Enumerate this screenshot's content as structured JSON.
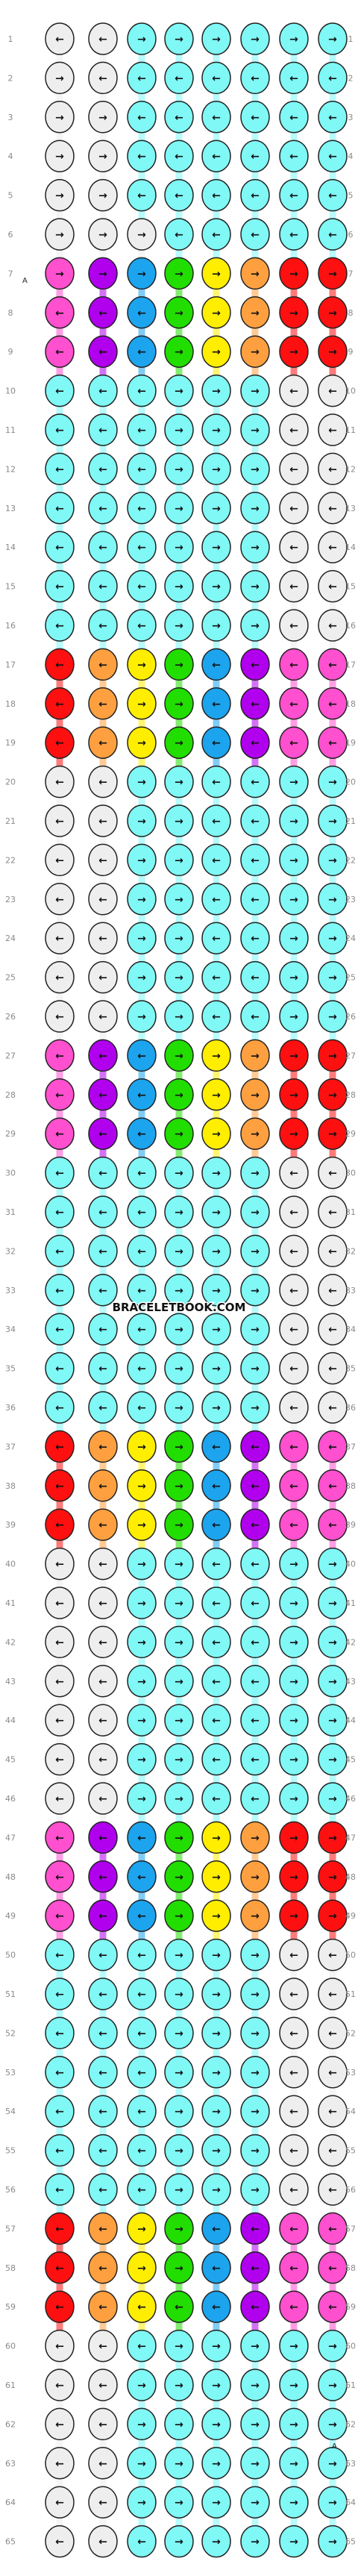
{
  "watermark": "BRACELETBOOK.COM",
  "row_count": 65,
  "row_numbers": [
    "1",
    "2",
    "3",
    "4",
    "5",
    "6",
    "7",
    "8",
    "9",
    "10",
    "11",
    "12",
    "13",
    "14",
    "15",
    "16",
    "17",
    "18",
    "19",
    "20",
    "21",
    "22",
    "23",
    "24",
    "25",
    "26",
    "27",
    "28",
    "29",
    "30",
    "31",
    "32",
    "33",
    "34",
    "35",
    "36",
    "37",
    "38",
    "39",
    "40",
    "41",
    "42",
    "43",
    "44",
    "45",
    "46",
    "47",
    "48",
    "49",
    "50",
    "51",
    "52",
    "53",
    "54",
    "55",
    "56",
    "57",
    "58",
    "59",
    "60",
    "61",
    "62",
    "63",
    "64",
    "65"
  ],
  "strand_labels": {
    "left_start": "A",
    "right_end": "A"
  },
  "colors": {
    "W": "#eeeeee",
    "C": "#7ff8f6",
    "R": "#ff1010",
    "O": "#ffa040",
    "Y": "#ffee00",
    "G": "#22dd00",
    "B": "#1ca4ee",
    "P": "#b000ee",
    "K": "#ff50cf"
  },
  "knot_rows": [
    {
      "row": 1,
      "colors": "WWCCCCCC",
      "arrows": "LLRRRRRR"
    },
    {
      "row": 2,
      "colors": "WWCCCCCC",
      "arrows": "RLLLLLLL"
    },
    {
      "row": 3,
      "colors": "WWCCCCCC",
      "arrows": "RRLLLLLL"
    },
    {
      "row": 4,
      "colors": "WWCCCCCC",
      "arrows": "RRLLLLLL"
    },
    {
      "row": 5,
      "colors": "WWCCCCCC",
      "arrows": "RRLLLLLL"
    },
    {
      "row": 6,
      "colors": "WWWCCCCC",
      "arrows": "RRRLLLLL"
    },
    {
      "row": 7,
      "colors": "KPBGYORR",
      "arrows": "RRRRRRRR"
    },
    {
      "row": 8,
      "colors": "KPBGYORR",
      "arrows": "LLLRRRRR"
    },
    {
      "row": 9,
      "colors": "KPBGYORR",
      "arrows": "LLLRRRRR"
    },
    {
      "row": 10,
      "colors": "CCCCCCWW",
      "arrows": "LLLRRRLL"
    },
    {
      "row": 11,
      "colors": "CCCCCCWW",
      "arrows": "LLLRRRLL"
    },
    {
      "row": 12,
      "colors": "CCCCCCWW",
      "arrows": "LLLRRRLL"
    },
    {
      "row": 13,
      "colors": "CCCCCCWW",
      "arrows": "LLLRRRLL"
    },
    {
      "row": 14,
      "colors": "CCCCCCWW",
      "arrows": "LLLRRRLL"
    },
    {
      "row": 15,
      "colors": "CCCCCCWW",
      "arrows": "LLLRRRLL"
    },
    {
      "row": 16,
      "colors": "CCCCCCWW",
      "arrows": "LLLRRRLL"
    },
    {
      "row": 17,
      "colors": "ROYGBPKK",
      "arrows": "LLRRLLLL"
    },
    {
      "row": 18,
      "colors": "ROYGBPKK",
      "arrows": "LLRRLLLL"
    },
    {
      "row": 19,
      "colors": "ROYGBPKK",
      "arrows": "LLRRLLLL"
    },
    {
      "row": 20,
      "colors": "WWCCCCCC",
      "arrows": "LLRRLLRR"
    },
    {
      "row": 21,
      "colors": "WWCCCCCC",
      "arrows": "LLRRLLRR"
    },
    {
      "row": 22,
      "colors": "WWCCCCCC",
      "arrows": "LLRRLLRR"
    },
    {
      "row": 23,
      "colors": "WWCCCCCC",
      "arrows": "LLRRLLRR"
    },
    {
      "row": 24,
      "colors": "WWCCCCCC",
      "arrows": "LLRRLLRR"
    },
    {
      "row": 25,
      "colors": "WWCCCCCC",
      "arrows": "LLRRLLRR"
    },
    {
      "row": 26,
      "colors": "WWCCCCCC",
      "arrows": "LLRRLLRR"
    },
    {
      "row": 27,
      "colors": "KPBGYORR",
      "arrows": "LLLRRRRR"
    },
    {
      "row": 28,
      "colors": "KPBGYORR",
      "arrows": "LLLRRRRR"
    },
    {
      "row": 29,
      "colors": "KPBGYORR",
      "arrows": "LLLRRRRR"
    },
    {
      "row": 30,
      "colors": "CCCCCCWW",
      "arrows": "LLLRRRLL"
    },
    {
      "row": 31,
      "colors": "CCCCCCWW",
      "arrows": "LLLRRRLL"
    },
    {
      "row": 32,
      "colors": "CCCCCCWW",
      "arrows": "LLLRRRLL"
    },
    {
      "row": 33,
      "colors": "CCCCCCWW",
      "arrows": "LLLRRRLL"
    },
    {
      "row": 34,
      "colors": "CCCCCCWW",
      "arrows": "LLLRRRLL"
    },
    {
      "row": 35,
      "colors": "CCCCCCWW",
      "arrows": "LLLRRRLL"
    },
    {
      "row": 36,
      "colors": "CCCCCCWW",
      "arrows": "LLLRRRLL"
    },
    {
      "row": 37,
      "colors": "ROYGBPKK",
      "arrows": "LLRRLLLL"
    },
    {
      "row": 38,
      "colors": "ROYGBPKK",
      "arrows": "LLRRLLLL"
    },
    {
      "row": 39,
      "colors": "ROYGBPKK",
      "arrows": "LLRRLLLL"
    },
    {
      "row": 40,
      "colors": "WWCCCCCC",
      "arrows": "LLRRLLRR"
    },
    {
      "row": 41,
      "colors": "WWCCCCCC",
      "arrows": "LLRRLLRR"
    },
    {
      "row": 42,
      "colors": "WWCCCCCC",
      "arrows": "LLRRLLRR"
    },
    {
      "row": 43,
      "colors": "WWCCCCCC",
      "arrows": "LLRRLLRR"
    },
    {
      "row": 44,
      "colors": "WWCCCCCC",
      "arrows": "LLRRLLRR"
    },
    {
      "row": 45,
      "colors": "WWCCCCCC",
      "arrows": "LLRRLLRR"
    },
    {
      "row": 46,
      "colors": "WWCCCCCC",
      "arrows": "LLRRLLRR"
    },
    {
      "row": 47,
      "colors": "KPBGYORR",
      "arrows": "LLLRRRRR"
    },
    {
      "row": 48,
      "colors": "KPBGYORR",
      "arrows": "LLLRRRRR"
    },
    {
      "row": 49,
      "colors": "KPBGYORR",
      "arrows": "LLLRRRRR"
    },
    {
      "row": 50,
      "colors": "CCCCCCWW",
      "arrows": "LLLRRRLL"
    },
    {
      "row": 51,
      "colors": "CCCCCCWW",
      "arrows": "LLLRRRLL"
    },
    {
      "row": 52,
      "colors": "CCCCCCWW",
      "arrows": "LLLRRRLL"
    },
    {
      "row": 53,
      "colors": "CCCCCCWW",
      "arrows": "LLLRRRLL"
    },
    {
      "row": 54,
      "colors": "CCCCCCWW",
      "arrows": "LLLRRRLL"
    },
    {
      "row": 55,
      "colors": "CCCCCCWW",
      "arrows": "LLLRRRLL"
    },
    {
      "row": 56,
      "colors": "CCCCCCWW",
      "arrows": "LLLRRRLL"
    },
    {
      "row": 57,
      "colors": "ROYGBPKK",
      "arrows": "LLRRLLLL"
    },
    {
      "row": 58,
      "colors": "ROYGBPKK",
      "arrows": "LLRRLLLL"
    },
    {
      "row": 59,
      "colors": "ROYGBPKK",
      "arrows": "LLLLLLLL"
    },
    {
      "row": 60,
      "colors": "WWCCCCCC",
      "arrows": "LLLRRRRR"
    },
    {
      "row": 61,
      "colors": "WWCCCCCC",
      "arrows": "LLRRRRRR"
    },
    {
      "row": 62,
      "colors": "WWCCCCCC",
      "arrows": "LLRRRRRR"
    },
    {
      "row": 63,
      "colors": "WWCCCCCC",
      "arrows": "LLRRRRRR"
    },
    {
      "row": 64,
      "colors": "WWCCCCCC",
      "arrows": "LLRRRRRR"
    },
    {
      "row": 65,
      "colors": "WWCCCCCC",
      "arrows": "LLLRRRRR"
    }
  ]
}
